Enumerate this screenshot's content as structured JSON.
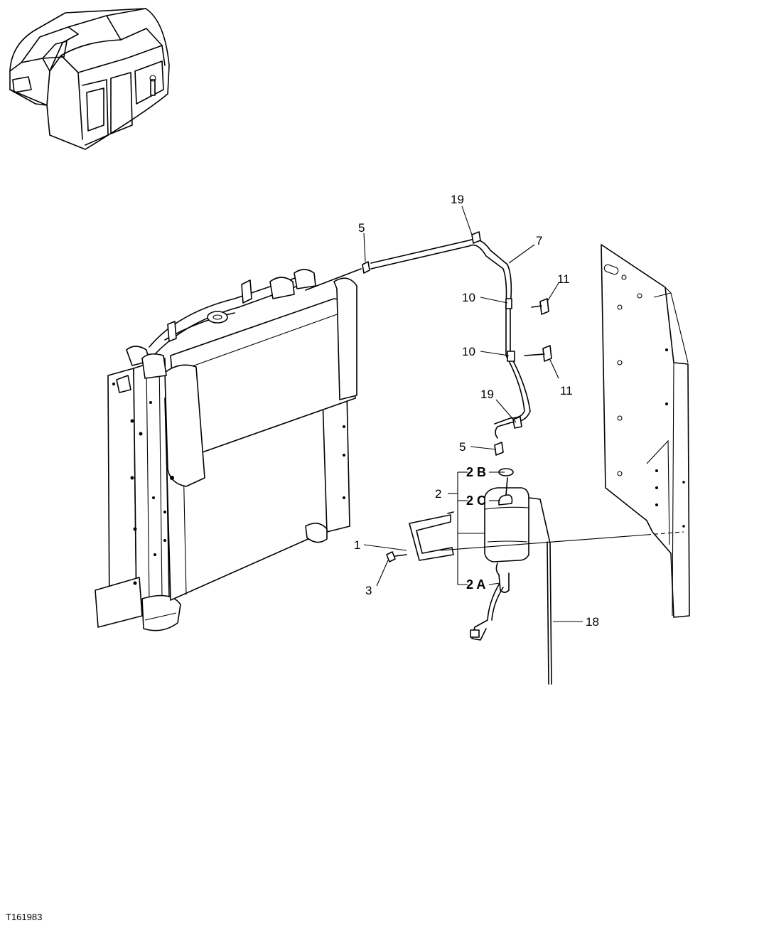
{
  "figure_id": "T161983",
  "callouts": {
    "c1": "1",
    "c2": "2",
    "c2A": "2 A",
    "c2B": "2 B",
    "c2C": "2 C",
    "c3": "3",
    "c5_top": "5",
    "c5_mid": "5",
    "c7": "7",
    "c10_top": "10",
    "c10_bot": "10",
    "c11_top": "11",
    "c11_bot": "11",
    "c18": "18",
    "c19_top": "19",
    "c19_mid": "19"
  }
}
